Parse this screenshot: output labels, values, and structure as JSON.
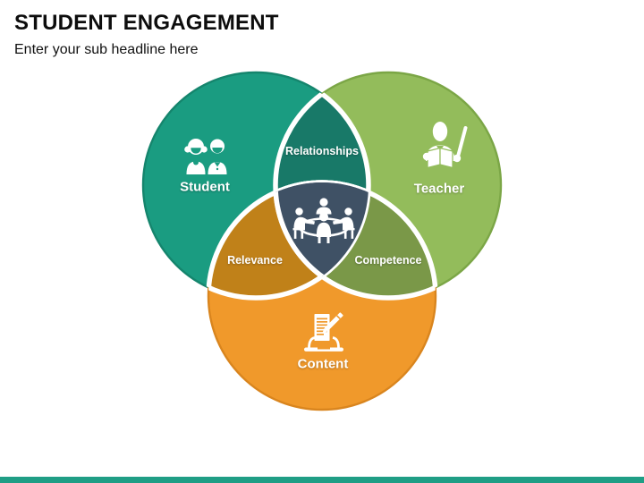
{
  "header": {
    "title": "STUDENT ENGAGEMENT",
    "subtitle": "Enter your sub headline here"
  },
  "diagram": {
    "separator_color": "#FFFFFF",
    "icon_color": "#FFFFFF",
    "circles": [
      {
        "id": "student",
        "label": "Student",
        "color": "#1A9C81",
        "rim": "#15856D",
        "icon": "students-icon"
      },
      {
        "id": "teacher",
        "label": "Teacher",
        "color": "#93BC5B",
        "rim": "#7BA646",
        "icon": "teacher-icon"
      },
      {
        "id": "content",
        "label": "Content",
        "color": "#F0992B",
        "rim": "#D9851E",
        "icon": "document-pencil-icon"
      }
    ],
    "overlaps": [
      {
        "id": "relationships",
        "label": "Relationships",
        "color": "#187968"
      },
      {
        "id": "relevance",
        "label": "Relevance",
        "color": "#C08119"
      },
      {
        "id": "competence",
        "label": "Competence",
        "color": "#7A9848"
      },
      {
        "id": "center",
        "color": "#3F5165",
        "icon": "meeting-icon"
      }
    ]
  },
  "footer": {
    "bar_color": "#1F9E85"
  }
}
